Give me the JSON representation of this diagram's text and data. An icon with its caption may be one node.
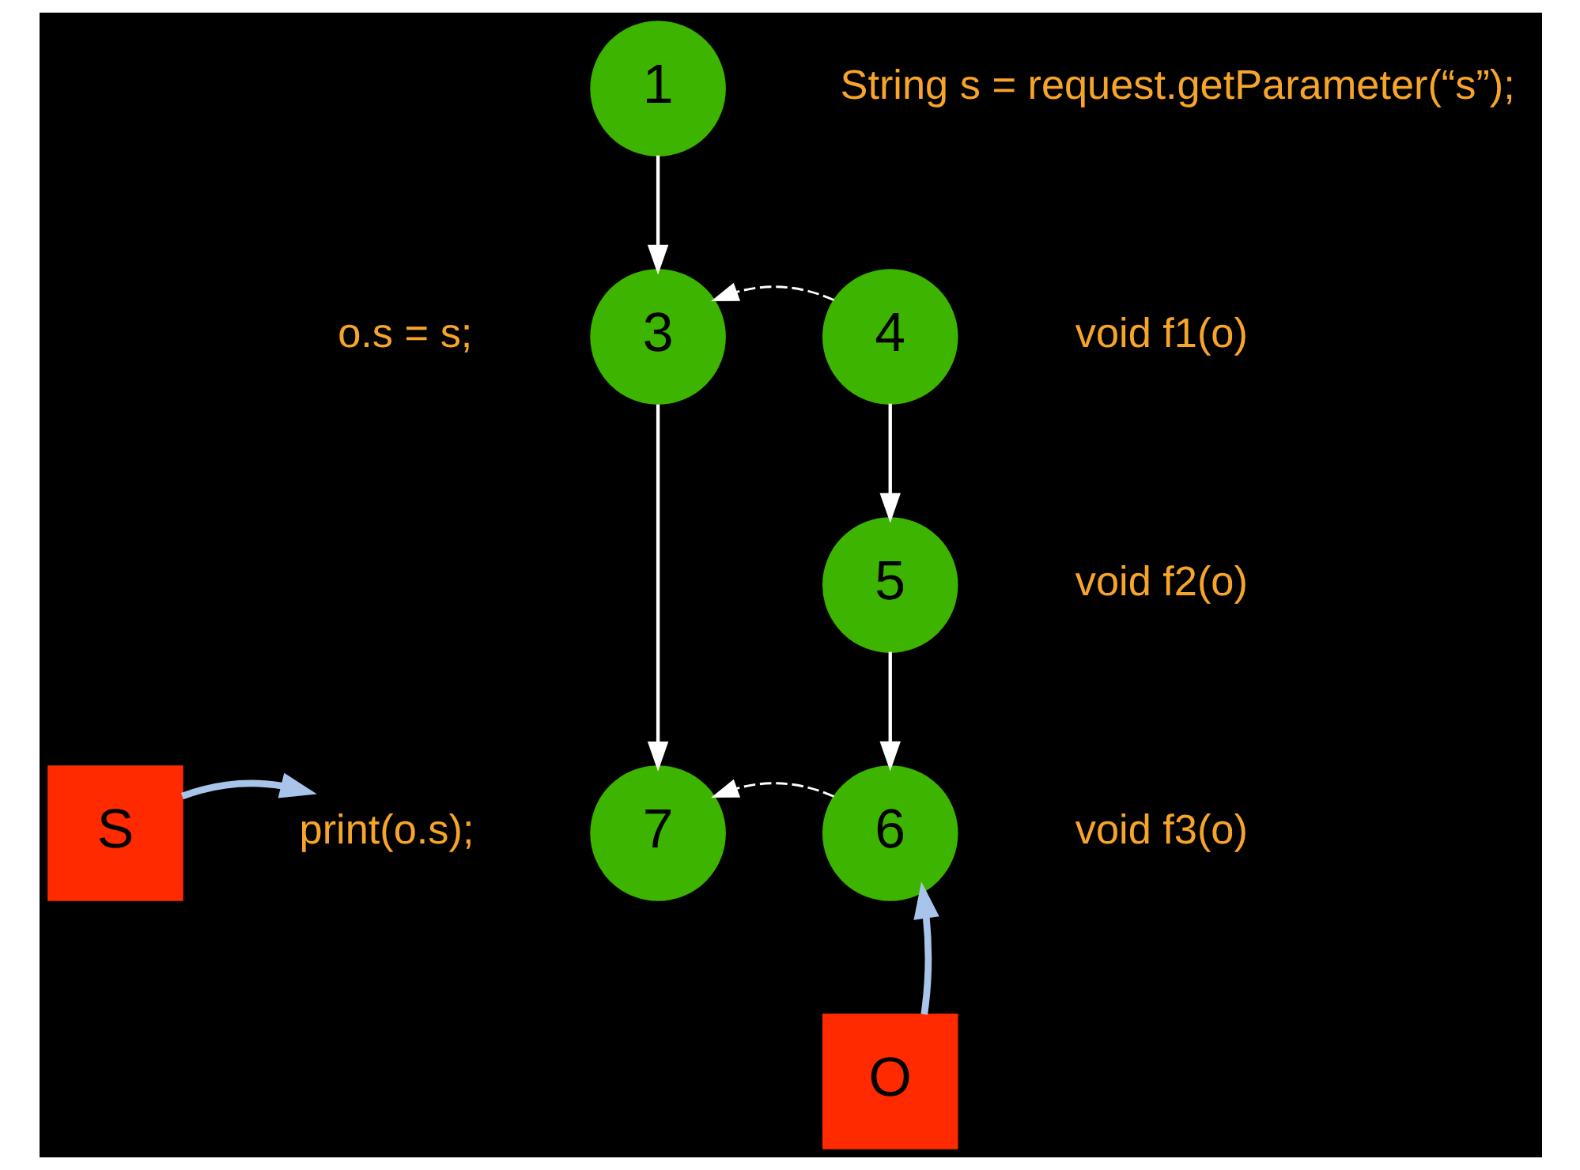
{
  "diagram": {
    "nodes": [
      {
        "text": [
          "1"
        ],
        "beside": [
          "String s = request.getParameter(“s”);"
        ]
      },
      {
        "text": [
          "3"
        ],
        "beside": [
          "o.s = s;"
        ]
      },
      {
        "text": [
          "4"
        ],
        "beside": [
          "void f1(o)"
        ]
      },
      {
        "text": [
          "5"
        ],
        "beside": [
          "void f2(o)"
        ]
      },
      {
        "text": [
          "S"
        ]
      },
      {
        "text": [
          "print(o.s);"
        ]
      },
      {
        "text": [
          "7"
        ]
      },
      {
        "text": [
          "6"
        ],
        "beside": [
          "void f3(o)"
        ]
      },
      {
        "text": [
          "O"
        ]
      }
    ],
    "edges": [
      {
        "from": 0,
        "to": 1,
        "arrow": "to"
      },
      {
        "from": 2,
        "to": 1,
        "arrow": "to",
        "style": "dashed"
      },
      {
        "from": 2,
        "to": 3,
        "arrow": "to"
      },
      {
        "from": 3,
        "to": 7,
        "arrow": "to"
      },
      {
        "from": 1,
        "to": 6,
        "arrow": "to"
      },
      {
        "from": 7,
        "to": 6,
        "arrow": "to",
        "style": "dashed"
      },
      {
        "from": 4,
        "to": 5,
        "arrow": "to",
        "style": "thick",
        "color": "#a9c4eb"
      },
      {
        "from": 8,
        "to": 7,
        "arrow": "to",
        "style": "thick",
        "color": "#a9c4eb"
      }
    ]
  }
}
